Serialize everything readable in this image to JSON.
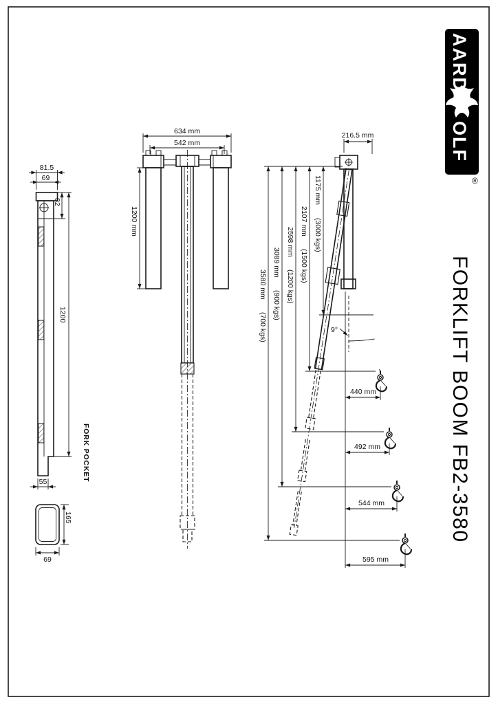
{
  "drawing": {
    "title": "FORKLIFT BOOM FB2-3580",
    "registered_mark": "®"
  },
  "logo": {
    "text_top": "AARD",
    "text_bottom": "OLF",
    "icon": "wolf-icon",
    "background": "#000000",
    "foreground": "#ffffff"
  },
  "colors": {
    "line": "#1a1a1a",
    "background": "#ffffff"
  },
  "fork_pocket_view": {
    "label": "FORK POCKET",
    "top_width": "81.5",
    "top_inner_width": "69",
    "upper_height": "82",
    "length": "1200",
    "bottom_width": "55",
    "section": {
      "height": "165",
      "width": "69"
    }
  },
  "plan_view": {
    "outer_width": "634 mm",
    "inner_width": "542 mm",
    "pocket_length": "1200 mm"
  },
  "side_view": {
    "head_offset": "216.5 mm",
    "tilt_angle": "9°",
    "extensions": [
      {
        "length": "1175 mm",
        "capacity": "(3000 kgs)"
      },
      {
        "length": "2107 mm",
        "capacity": "(1500 kgs)"
      },
      {
        "length": "2598 mm",
        "capacity": "(1200 kgs)"
      },
      {
        "length": "3089 mm",
        "capacity": "(900 kgs)"
      },
      {
        "length": "3580 mm",
        "capacity": "(700 kgs)"
      }
    ],
    "hook_reaches": [
      "440 mm",
      "492 mm",
      "544 mm",
      "595 mm"
    ]
  }
}
